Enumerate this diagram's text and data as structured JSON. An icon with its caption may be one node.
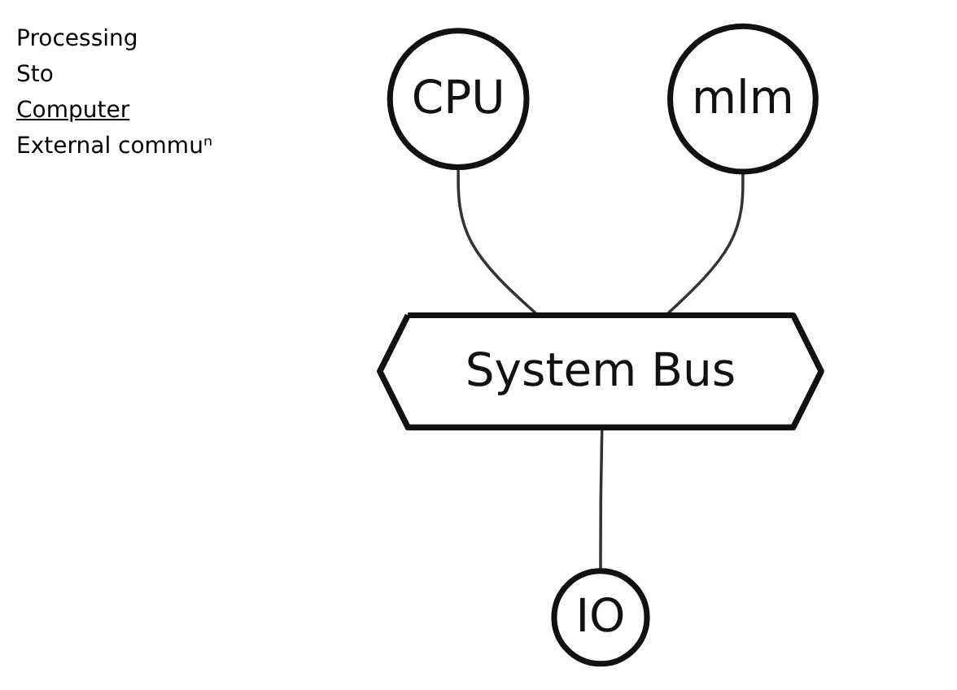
{
  "diagram": {
    "nodes": [
      {
        "text": [
          "CPU"
        ]
      },
      {
        "text": [
          "mlm"
        ]
      },
      {
        "text": [
          "System Bus"
        ]
      },
      {
        "text": [
          "IO"
        ]
      }
    ],
    "edges": [
      {
        "from": 0,
        "to": 2,
        "arrow": "none"
      },
      {
        "from": 1,
        "to": 2,
        "arrow": "none"
      },
      {
        "from": 2,
        "to": 3,
        "arrow": "none"
      }
    ],
    "labels": [
      "Processing",
      "Sto",
      "Computer",
      "External commuⁿ"
    ]
  }
}
